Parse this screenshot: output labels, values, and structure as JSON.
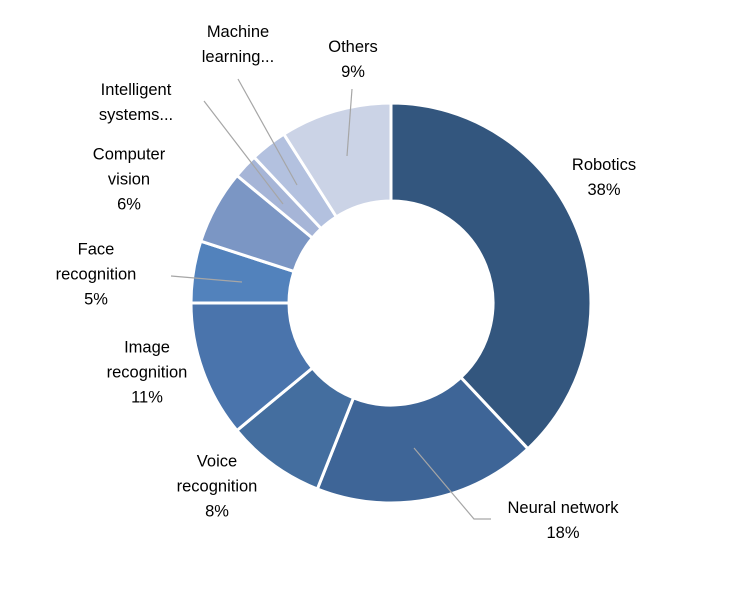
{
  "chart_data": {
    "type": "pie",
    "subtype": "donut",
    "title": "",
    "unit": "%",
    "start_angle_deg": 0,
    "direction": "clockwise",
    "donut_hole_ratio": 0.51,
    "labels_position": "outside",
    "slice_border_color": "#FFFFFF",
    "leader_line_color": "#A6A6A6",
    "segments": [
      {
        "label": "Robotics",
        "value": 38,
        "color": "#33567E",
        "label_display": "Robotics\n38%"
      },
      {
        "label": "Neural network",
        "value": 18,
        "color": "#3E6597",
        "label_display": "Neural network\n18%"
      },
      {
        "label": "Voice recognition",
        "value": 8,
        "color": "#446E9F",
        "label_display": "Voice\nrecognition\n8%"
      },
      {
        "label": "Image recognition",
        "value": 11,
        "color": "#4A74AC",
        "label_display": "Image\nrecognition\n11%"
      },
      {
        "label": "Face recognition",
        "value": 5,
        "color": "#5282BC",
        "label_display": "Face\nrecognition\n5%"
      },
      {
        "label": "Computer vision",
        "value": 6,
        "color": "#7B96C4",
        "label_display": "Computer\nvision\n6%"
      },
      {
        "label": "Intelligent systems",
        "value": 2,
        "color": "#A6B5D7",
        "label_display": "Intelligent\nsystems..."
      },
      {
        "label": "Machine learning",
        "value": 3,
        "color": "#B3C1DF",
        "label_display": "Machine\nlearning..."
      },
      {
        "label": "Others",
        "value": 9,
        "color": "#CBD3E6",
        "label_display": "Others\n9%"
      }
    ]
  }
}
